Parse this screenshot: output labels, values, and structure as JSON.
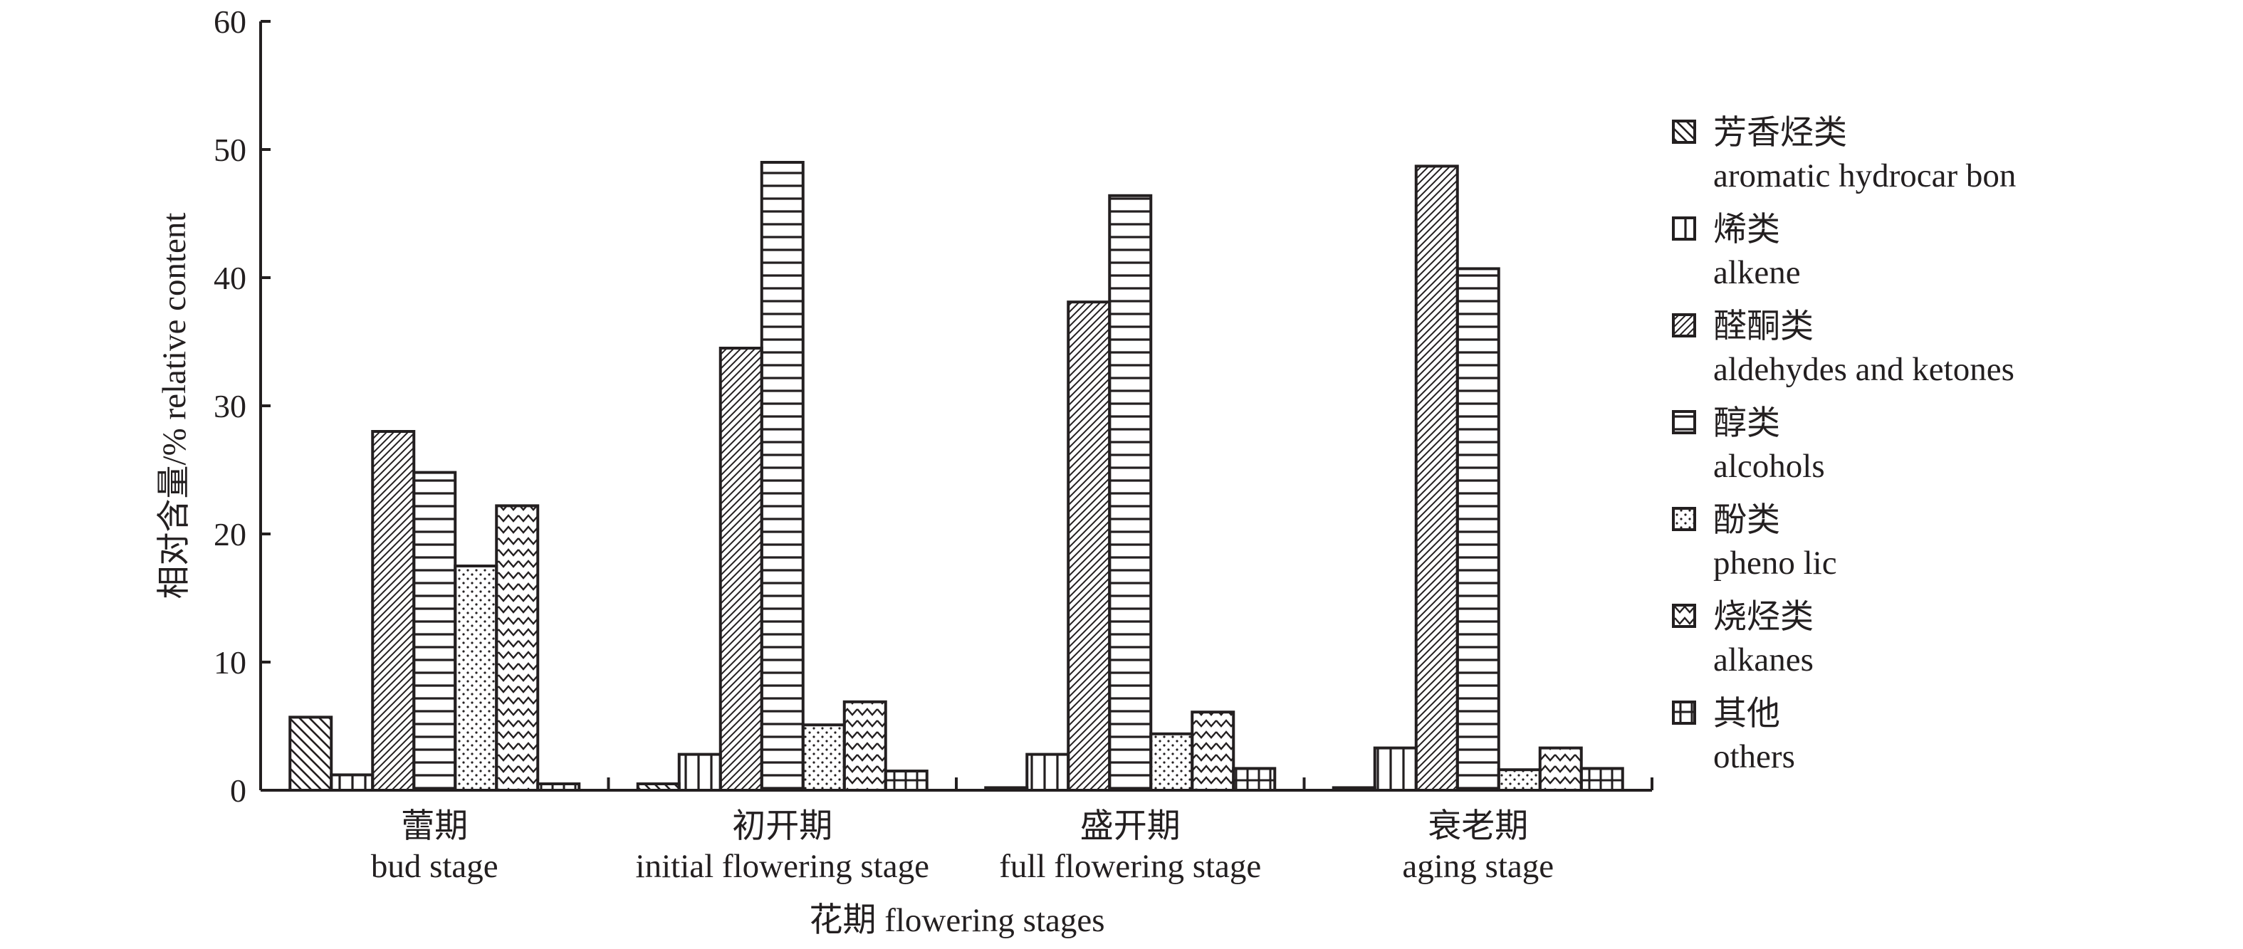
{
  "chart_data": {
    "type": "bar",
    "title": "",
    "ylabel": "相对含量/% relative content",
    "xlabel": "花期 flowering stages",
    "ylim": [
      0,
      60
    ],
    "yticks": [
      "0",
      "10",
      "20",
      "30",
      "40",
      "50",
      "60"
    ],
    "grid": false,
    "legend_position": "right",
    "categories": [
      {
        "zh": "蕾期",
        "en": "bud stage"
      },
      {
        "zh": "初开期",
        "en": "initial flowering stage"
      },
      {
        "zh": "盛开期",
        "en": "full flowering stage"
      },
      {
        "zh": "衰老期",
        "en": "aging stage"
      }
    ],
    "series": [
      {
        "zh": "芳香烃类",
        "name": "aromatic hydrocar bon",
        "pattern": "backslash",
        "values": [
          5.7,
          0.5,
          0.2,
          0.2
        ]
      },
      {
        "zh": "烯类",
        "name": "alkene",
        "pattern": "vertical",
        "values": [
          1.2,
          2.8,
          2.8,
          3.3
        ]
      },
      {
        "zh": "醛酮类",
        "name": "aldehydes and ketones",
        "pattern": "slash",
        "values": [
          28.0,
          34.5,
          38.1,
          48.7
        ]
      },
      {
        "zh": "醇类",
        "name": "alcohols",
        "pattern": "horizontal",
        "values": [
          24.8,
          49.0,
          46.4,
          40.7
        ]
      },
      {
        "zh": "酚类",
        "name": "pheno lic",
        "pattern": "dots",
        "values": [
          17.5,
          5.1,
          4.4,
          1.6
        ]
      },
      {
        "zh": "烧烃类",
        "name": "alkanes",
        "pattern": "zigzag",
        "values": [
          22.2,
          6.9,
          6.1,
          3.3
        ]
      },
      {
        "zh": "其他",
        "name": "others",
        "pattern": "grid",
        "values": [
          0.5,
          1.5,
          1.7,
          1.7
        ]
      }
    ],
    "colors": {
      "ink": "#231f20",
      "background": "#ffffff"
    }
  }
}
